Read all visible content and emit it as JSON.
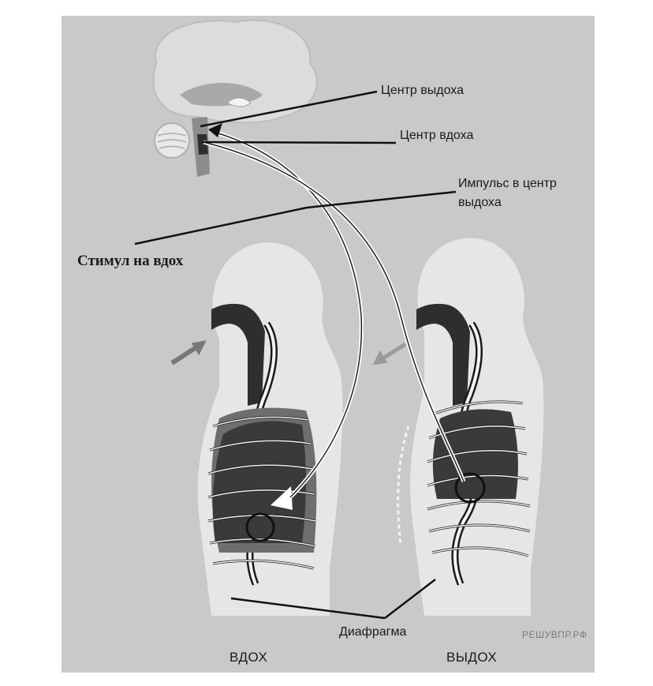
{
  "labels": {
    "exhale_center": "Центр выдоха",
    "inhale_center": "Центр вдоха",
    "impulse_line1": "Импульс в центр",
    "impulse_line2": "выдоха",
    "stimulus": "Стимул на вдох",
    "diaphragm": "Диафрагма"
  },
  "captions": {
    "inhale": "ВДОХ",
    "exhale": "ВЫДОХ"
  },
  "watermark": "РЕШУВПР.РФ",
  "colors": {
    "background": "#c9c9c9",
    "page": "#ffffff",
    "body_fill": "#e6e6e6",
    "dark_organ": "#3a3a3a",
    "mid_organ": "#6e6e6e",
    "line": "#111111"
  }
}
